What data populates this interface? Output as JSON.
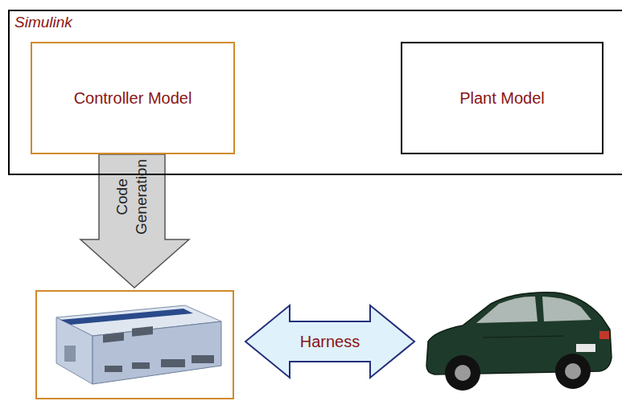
{
  "diagram": {
    "nodes": [
      {
        "text": [
          "Simulink"
        ]
      },
      {
        "text": [
          "Controller Model"
        ],
        "in": 0
      },
      {
        "text": [
          "Plant Model"
        ],
        "in": 0
      }
    ],
    "labels": [
      "Code Generation",
      "Harness"
    ]
  }
}
